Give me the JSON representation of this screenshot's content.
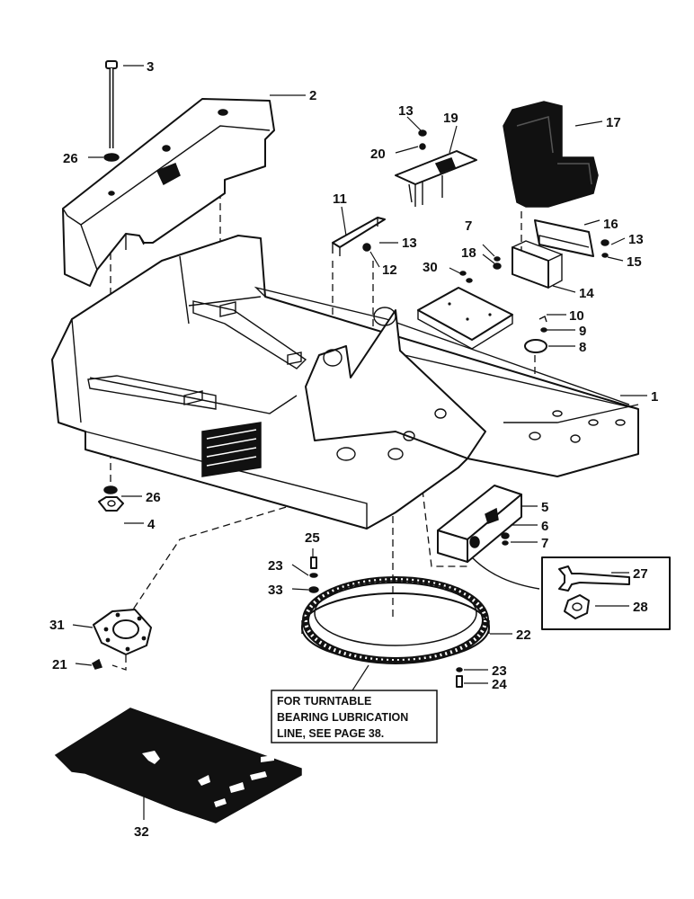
{
  "diagram": {
    "note": {
      "lines": [
        "FOR TURNTABLE",
        "BEARING LUBRICATION",
        "LINE, SEE PAGE 38."
      ]
    },
    "callouts": [
      {
        "id": "c1",
        "text": "1"
      },
      {
        "id": "c2",
        "text": "2"
      },
      {
        "id": "c3",
        "text": "3"
      },
      {
        "id": "c4",
        "text": "4"
      },
      {
        "id": "c5",
        "text": "5"
      },
      {
        "id": "c6",
        "text": "6"
      },
      {
        "id": "c7a",
        "text": "7"
      },
      {
        "id": "c7b",
        "text": "7"
      },
      {
        "id": "c8",
        "text": "8"
      },
      {
        "id": "c9",
        "text": "9"
      },
      {
        "id": "c10",
        "text": "10"
      },
      {
        "id": "c11",
        "text": "11"
      },
      {
        "id": "c12",
        "text": "12"
      },
      {
        "id": "c13a",
        "text": "13"
      },
      {
        "id": "c13b",
        "text": "13"
      },
      {
        "id": "c13c",
        "text": "13"
      },
      {
        "id": "c14",
        "text": "14"
      },
      {
        "id": "c15",
        "text": "15"
      },
      {
        "id": "c16",
        "text": "16"
      },
      {
        "id": "c17",
        "text": "17"
      },
      {
        "id": "c18",
        "text": "18"
      },
      {
        "id": "c19",
        "text": "19"
      },
      {
        "id": "c20",
        "text": "20"
      },
      {
        "id": "c21",
        "text": "21"
      },
      {
        "id": "c22",
        "text": "22"
      },
      {
        "id": "c23a",
        "text": "23"
      },
      {
        "id": "c23b",
        "text": "23"
      },
      {
        "id": "c24",
        "text": "24"
      },
      {
        "id": "c25",
        "text": "25"
      },
      {
        "id": "c26a",
        "text": "26"
      },
      {
        "id": "c26b",
        "text": "26"
      },
      {
        "id": "c27",
        "text": "27"
      },
      {
        "id": "c28",
        "text": "28"
      },
      {
        "id": "c30",
        "text": "30"
      },
      {
        "id": "c31",
        "text": "31"
      },
      {
        "id": "c32",
        "text": "32"
      },
      {
        "id": "c33",
        "text": "33"
      }
    ]
  }
}
